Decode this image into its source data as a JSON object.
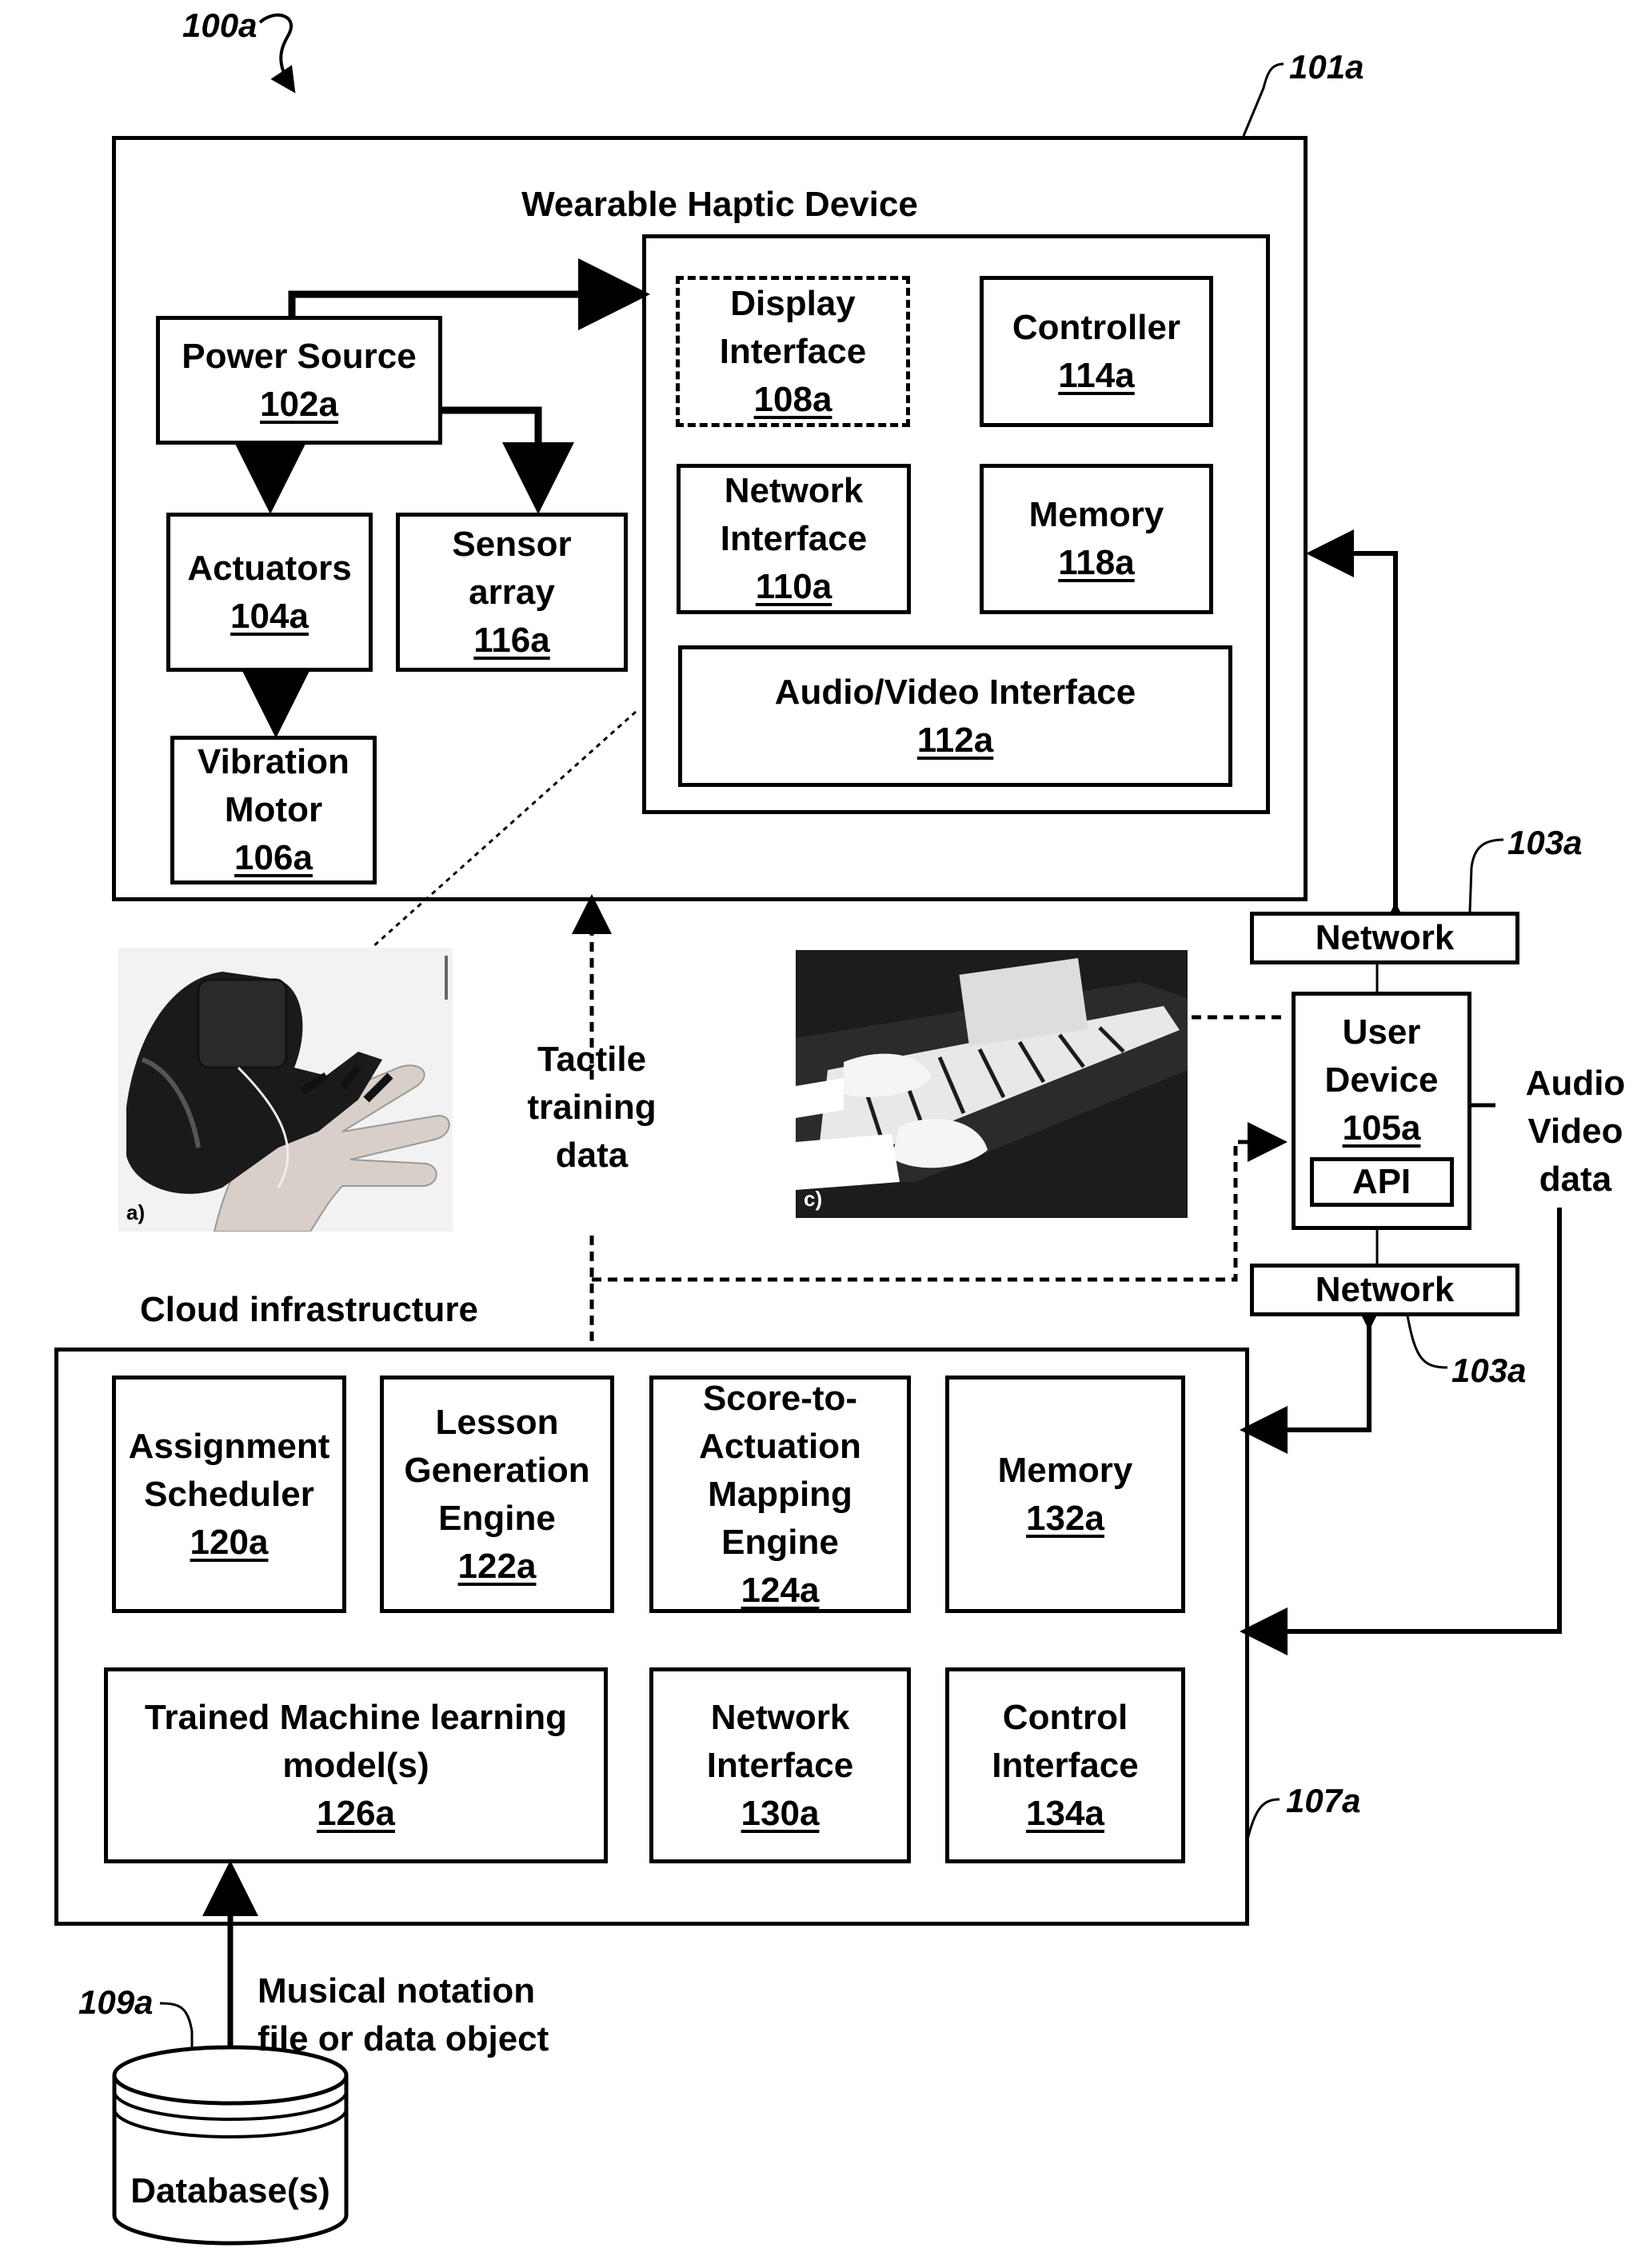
{
  "figure_ref": "100a",
  "wearable": {
    "title": "Wearable Haptic Device",
    "ref": "101a",
    "power_source": {
      "label": "Power Source",
      "ref": "102a"
    },
    "actuators": {
      "label": "Actuators",
      "ref": "104a"
    },
    "vibration_motor": {
      "label_line1": "Vibration",
      "label_line2": "Motor",
      "ref": "106a"
    },
    "sensor_array": {
      "label_line1": "Sensor",
      "label_line2": "array",
      "ref": "116a"
    },
    "display_interface": {
      "label_line1": "Display",
      "label_line2": "Interface",
      "ref": "108a"
    },
    "controller": {
      "label": "Controller",
      "ref": "114a"
    },
    "network_interface": {
      "label_line1": "Network",
      "label_line2": "Interface",
      "ref": "110a"
    },
    "memory": {
      "label": "Memory",
      "ref": "118a"
    },
    "av_interface": {
      "label": "Audio/Video Interface",
      "ref": "112a"
    }
  },
  "network": {
    "label": "Network",
    "ref": "103a"
  },
  "user_device": {
    "label_line1": "User",
    "label_line2": "Device",
    "ref": "105a",
    "api": "API"
  },
  "audio_video": {
    "line1": "Audio",
    "line2": "Video",
    "line3": "data"
  },
  "tactile": {
    "line1": "Tactile",
    "line2": "training",
    "line3": "data"
  },
  "photos": {
    "glove_tag": "a)",
    "piano_tag": "c)"
  },
  "cloud": {
    "title": "Cloud infrastructure",
    "ref": "107a",
    "assignment_scheduler": {
      "line1": "Assignment",
      "line2": "Scheduler",
      "ref": "120a"
    },
    "lesson_generation": {
      "line1": "Lesson",
      "line2": "Generation",
      "line3": "Engine",
      "ref": "122a"
    },
    "score_mapping": {
      "line1": "Score-to-",
      "line2": "Actuation",
      "line3": "Mapping",
      "line4": "Engine",
      "ref": "124a"
    },
    "memory": {
      "label": "Memory",
      "ref": "132a"
    },
    "ml_model": {
      "line1": "Trained Machine learning",
      "line2": "model(s)",
      "ref": "126a"
    },
    "network_interface": {
      "line1": "Network",
      "line2": "Interface",
      "ref": "130a"
    },
    "control_interface": {
      "line1": "Control",
      "line2": "Interface",
      "ref": "134a"
    }
  },
  "database": {
    "label": "Database(s)",
    "ref": "109a",
    "input_line1": "Musical notation",
    "input_line2": "file or data object"
  },
  "colors": {
    "ink": "#000000",
    "background": "#ffffff",
    "photo_dark": "#1a1a1a",
    "photo_light": "#e8e8e8"
  }
}
